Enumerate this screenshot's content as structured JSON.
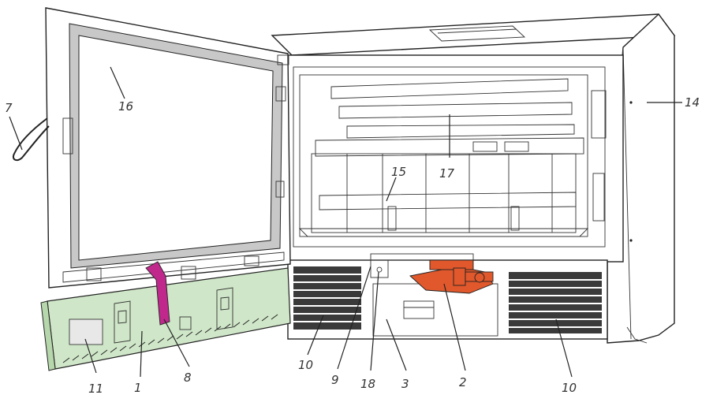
{
  "colors": {
    "panel_green": "#cfe6c8",
    "panel_green_dark": "#b6d6ac",
    "magenta": "#c0288c",
    "cyan": "#2bb0e6",
    "orange": "#e0582b",
    "green_bar": "#3aa84a",
    "tile_yellow": "#f3ecc4",
    "shelf_pink": "#f2dde6",
    "grille": "#3a3a3a",
    "outline": "#222222"
  },
  "callouts": {
    "c1": "1",
    "c2": "2",
    "c3": "3",
    "c7": "7",
    "c8": "8",
    "c9": "9",
    "c10a": "10",
    "c10b": "10",
    "c11": "11",
    "c14": "14",
    "c15": "15",
    "c16": "16",
    "c17": "17",
    "c18": "18"
  }
}
